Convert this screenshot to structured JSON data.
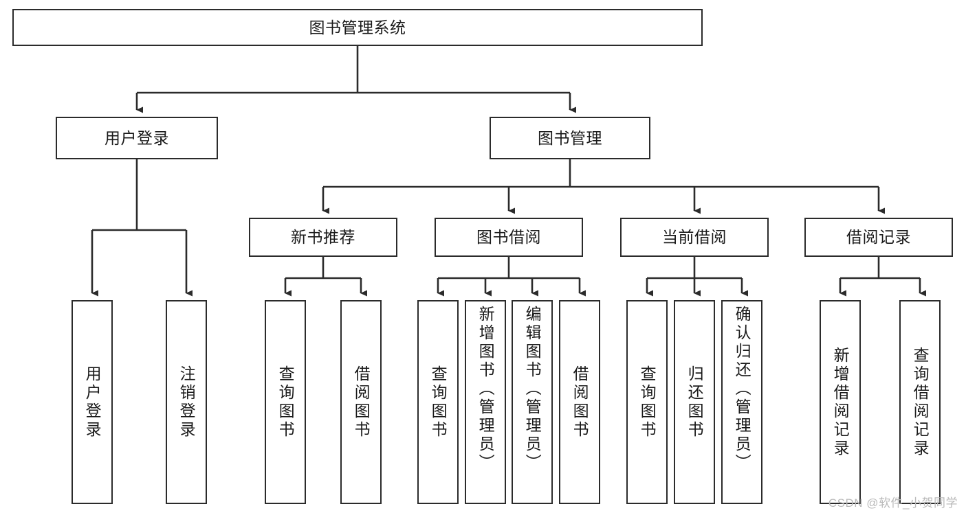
{
  "diagram": {
    "type": "tree-hierarchy-chart",
    "title": "图书管理系统",
    "watermark": "CSDN @软件_小贺同学",
    "colors": {
      "box_border": "#2b2b2b",
      "box_fill": "#ffffff",
      "connector": "#2b2b2b",
      "text": "#1a1a1a",
      "watermark": "#b9b9b9",
      "background": "#ffffff"
    },
    "root": {
      "label": "图书管理系统",
      "orientation": "horizontal"
    },
    "level2": [
      {
        "label": "用户登录",
        "orientation": "horizontal"
      },
      {
        "label": "图书管理",
        "orientation": "horizontal"
      }
    ],
    "level3": [
      {
        "label": "新书推荐",
        "orientation": "horizontal"
      },
      {
        "label": "图书借阅",
        "orientation": "horizontal"
      },
      {
        "label": "当前借阅",
        "orientation": "horizontal"
      },
      {
        "label": "借阅记录",
        "orientation": "horizontal"
      }
    ],
    "leaves": {
      "user_login": [
        {
          "label": "用户登录",
          "orientation": "vertical"
        },
        {
          "label": "注销登录",
          "orientation": "vertical"
        }
      ],
      "new_book_recommend": [
        {
          "label": "查询图书",
          "orientation": "vertical"
        },
        {
          "label": "借阅图书",
          "orientation": "vertical"
        }
      ],
      "book_borrow": [
        {
          "label": "查询图书",
          "orientation": "vertical"
        },
        {
          "label": "新增图书（管理员）",
          "orientation": "vertical"
        },
        {
          "label": "编辑图书（管理员）",
          "orientation": "vertical"
        },
        {
          "label": "借阅图书",
          "orientation": "vertical"
        }
      ],
      "current_borrow": [
        {
          "label": "查询图书",
          "orientation": "vertical"
        },
        {
          "label": "归还图书",
          "orientation": "vertical"
        },
        {
          "label": "确认归还（管理员）",
          "orientation": "vertical"
        }
      ],
      "borrow_record": [
        {
          "label": "新增借阅记录",
          "orientation": "vertical"
        },
        {
          "label": "查询借阅记录",
          "orientation": "vertical"
        }
      ]
    }
  }
}
